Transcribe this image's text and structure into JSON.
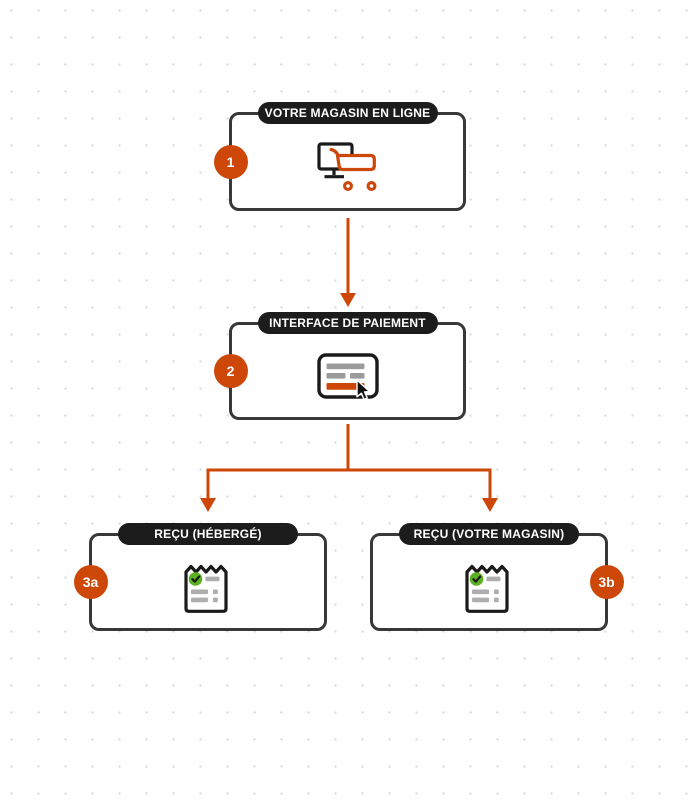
{
  "diagram": {
    "name": "payment-flow",
    "nodes": [
      {
        "badge": "1",
        "label": "VOTRE MAGASIN EN LIGNE",
        "icon": "online-store-icon",
        "badge_side": "left"
      },
      {
        "badge": "2",
        "label": "INTERFACE DE PAIEMENT",
        "icon": "payment-form-icon",
        "badge_side": "left"
      },
      {
        "badge": "3a",
        "label": "REÇU (HÉBERGÉ)",
        "icon": "receipt-success-icon",
        "badge_side": "left"
      },
      {
        "badge": "3b",
        "label": "REÇU (VOTRE MAGASIN)",
        "icon": "receipt-success-icon",
        "badge_side": "right"
      }
    ],
    "edges": [
      {
        "from": "1",
        "to": "2"
      },
      {
        "from": "2",
        "to": "3a"
      },
      {
        "from": "2",
        "to": "3b"
      }
    ],
    "colors": {
      "accent_orange": "#cc4708",
      "pill_background": "#1c1c1c",
      "pill_text": "#ffffff",
      "node_border": "#383838",
      "icon_gray": "#9b9b9b",
      "receipt_gray": "#aeaeae",
      "success_green": "#5bb121",
      "dot_grid": "#d9d9d9"
    }
  }
}
